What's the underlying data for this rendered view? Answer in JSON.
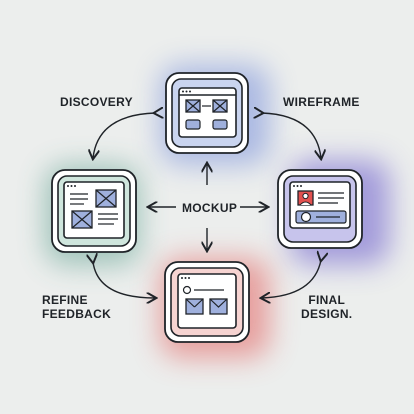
{
  "diagram": {
    "nodes": [
      {
        "id": "discovery-node",
        "color": "#5b78d6"
      },
      {
        "id": "prototype-node",
        "color": "#5a48c8"
      },
      {
        "id": "testing-node",
        "color": "#e2514f"
      },
      {
        "id": "research-node",
        "color": "#3f8f7a"
      }
    ],
    "labels": {
      "discovery": "DISCOVERY",
      "wireframe": "WIREFRAME",
      "mockup": "MOCKUP",
      "refine_line1": "REFINE",
      "refine_line2": "FEEDBACK",
      "final_line1": "FINAL",
      "final_line2": "DESIGN."
    },
    "colors": {
      "stroke": "#1f2328",
      "blue": "#5b78d6",
      "purple": "#5a48c8",
      "red": "#e2514f",
      "green": "#3f8f7a",
      "panel_blue": "#c9d4ef",
      "panel_purple": "#c7c4ec",
      "panel_red": "#f6d3d1",
      "panel_green": "#cfe6dd",
      "icon_fill": "#9fb0dd"
    }
  }
}
